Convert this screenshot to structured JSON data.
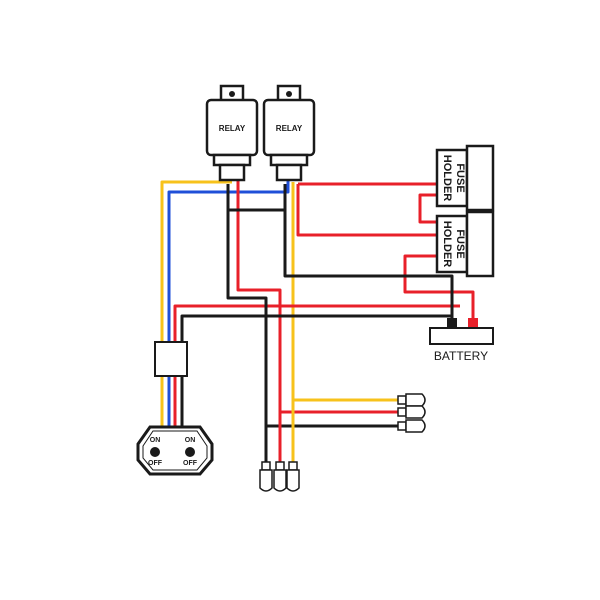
{
  "relays": [
    {
      "label": "RELAY"
    },
    {
      "label": "RELAY"
    }
  ],
  "fuse_holders": [
    {
      "line1": "FUSE",
      "line2": "HOLDER"
    },
    {
      "line1": "FUSE",
      "line2": "HOLDER"
    }
  ],
  "battery": {
    "label": "BATTERY"
  },
  "switch": {
    "left": {
      "on": "ON",
      "off": "OFF"
    },
    "right": {
      "on": "ON",
      "off": "OFF"
    }
  },
  "wire_colors": {
    "red": "#e8202a",
    "black": "#1a1a1a",
    "yellow": "#f7c21b",
    "blue": "#1f4fd8"
  },
  "icons": [
    "relay",
    "fuse-holder",
    "battery",
    "toggle-switch",
    "connector",
    "terminal"
  ]
}
